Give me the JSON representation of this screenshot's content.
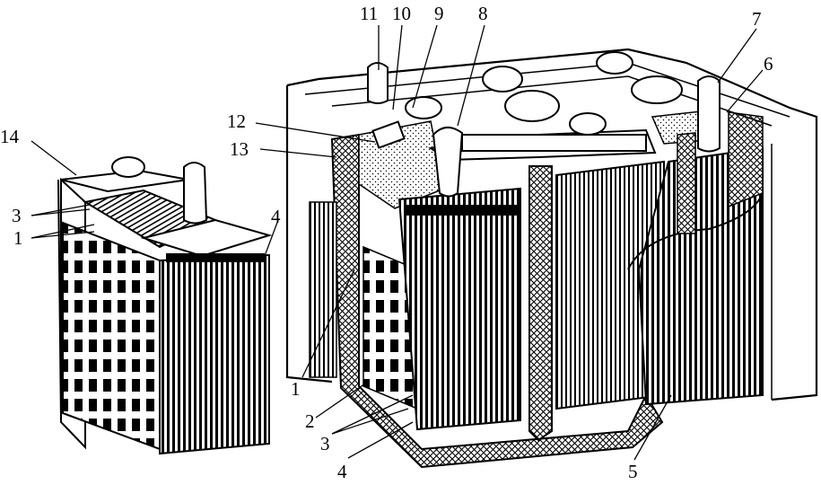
{
  "diagram": {
    "callouts": [
      {
        "id": "c11",
        "text": "11"
      },
      {
        "id": "c10",
        "text": "10"
      },
      {
        "id": "c9",
        "text": "9"
      },
      {
        "id": "c8",
        "text": "8"
      },
      {
        "id": "c7",
        "text": "7"
      },
      {
        "id": "c6",
        "text": "6"
      },
      {
        "id": "c12",
        "text": "12"
      },
      {
        "id": "c13",
        "text": "13"
      },
      {
        "id": "c14",
        "text": "14"
      },
      {
        "id": "c3l",
        "text": "3"
      },
      {
        "id": "c1l",
        "text": "1"
      },
      {
        "id": "c4l",
        "text": "4"
      },
      {
        "id": "c1m",
        "text": "1"
      },
      {
        "id": "c2",
        "text": "2"
      },
      {
        "id": "c3m",
        "text": "3"
      },
      {
        "id": "c4m",
        "text": "4"
      },
      {
        "id": "c5",
        "text": "5"
      }
    ]
  }
}
